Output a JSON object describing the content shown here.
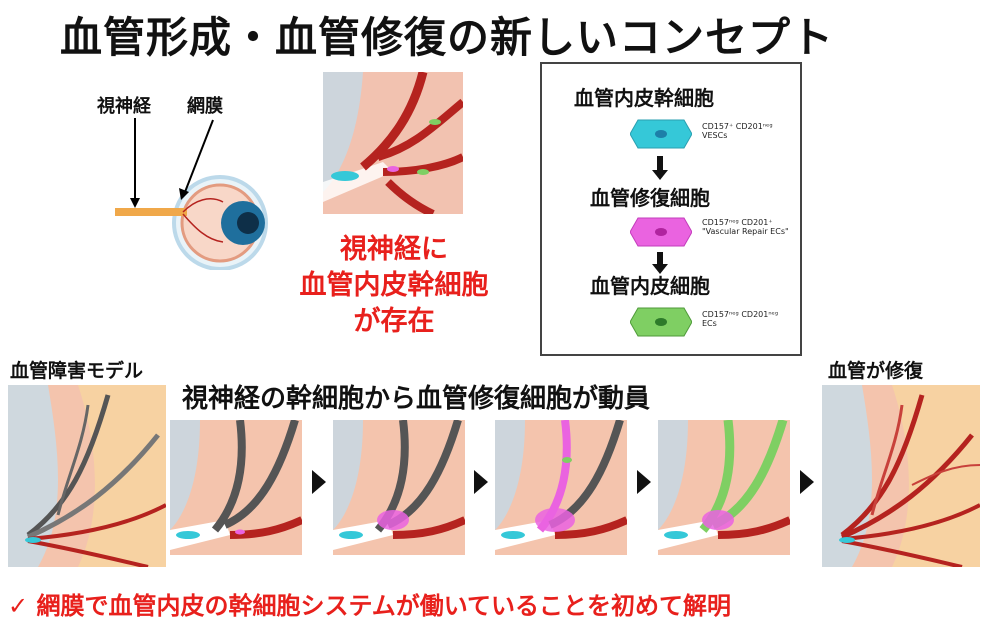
{
  "title": "血管形成・血管修復の新しいコンセプト",
  "eye": {
    "label_optic_nerve": "視神経",
    "label_retina": "網膜"
  },
  "callout": {
    "line1": "視神経に",
    "line2": "血管内皮幹細胞",
    "line3": "が存在"
  },
  "lineage": {
    "stage1": {
      "name": "血管内皮幹細胞",
      "marker": "CD157⁺ CD201ⁿᵉᵍ",
      "desc": "VESCs",
      "color": "#35c8d8"
    },
    "stage2": {
      "name": "血管修復細胞",
      "marker": "CD157ⁿᵉᵍ CD201⁺",
      "desc": "\"Vascular Repair ECs\"",
      "color": "#ea63e0"
    },
    "stage3": {
      "name": "血管内皮細胞",
      "marker": "CD157ⁿᵉᵍ CD201ⁿᵉᵍ",
      "desc": "ECs",
      "color": "#7fcf63"
    }
  },
  "sequence": {
    "left_label": "血管障害モデル",
    "heading": "視神経の幹細胞から血管修復細胞が動員",
    "right_label": "血管が修復"
  },
  "conclusion": "✓ 網膜で血管内皮の幹細胞システムが働いていることを初めて解明",
  "colors": {
    "accent_red": "#e8201c",
    "vessel_red": "#b5231f",
    "retina_bg": "#f6c7b6"
  }
}
